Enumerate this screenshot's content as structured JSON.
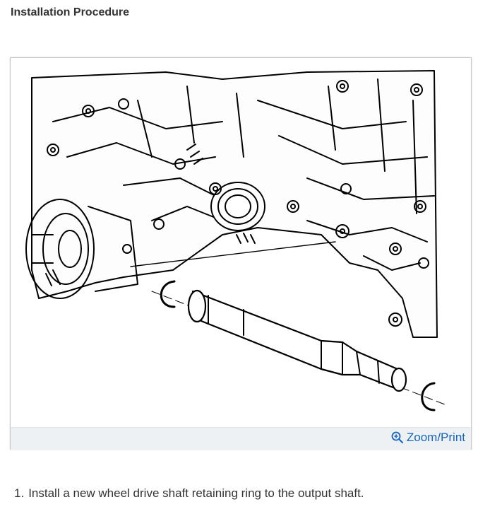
{
  "header": {
    "title": "Installation Procedure"
  },
  "figure": {
    "zoom_label": "Zoom/Print",
    "zoom_icon": "zoom-in-icon",
    "footer_color": "#eef1f4",
    "link_color": "#1565c0"
  },
  "steps": [
    {
      "number": "1.",
      "text": "Install a new wheel drive shaft retaining ring to the output shaft."
    }
  ]
}
